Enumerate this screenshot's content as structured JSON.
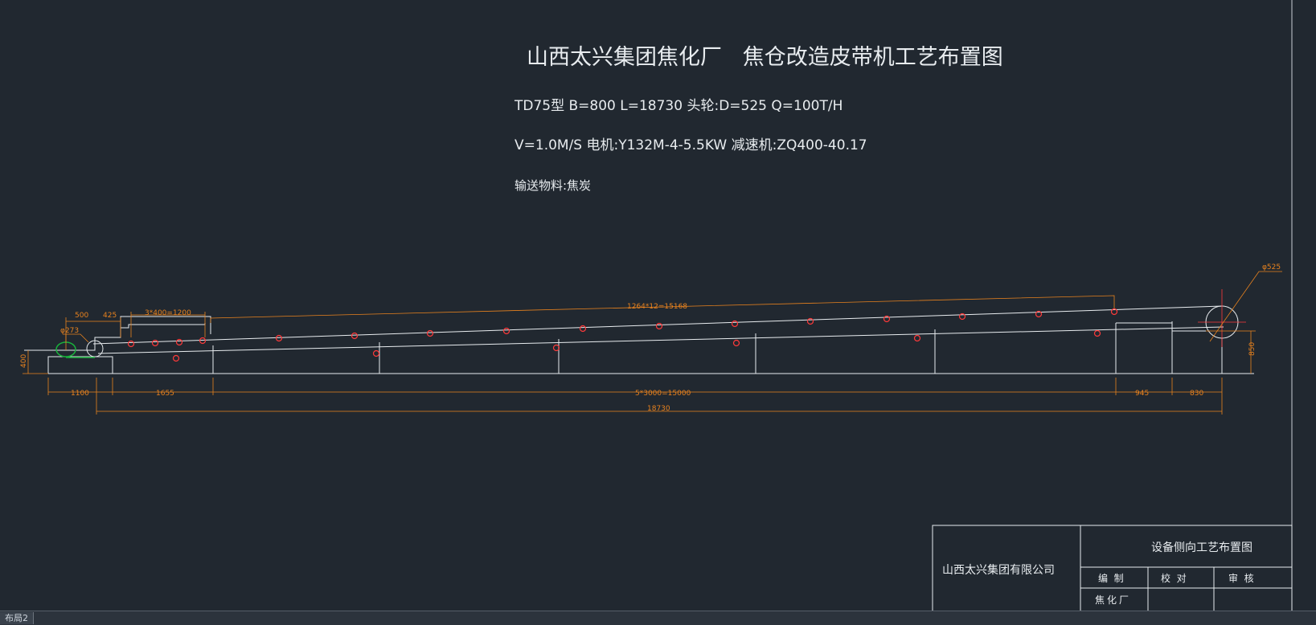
{
  "title": {
    "main": "山西太兴集团焦化厂   焦仓改造皮带机工艺布置图",
    "spec_line1": "TD75型 B=800 L=18730 头轮:D=525 Q=100T/H",
    "spec_line2": "V=1.0M/S 电机:Y132M-4-5.5KW 减速机:ZQ400-40.17",
    "spec_line3": "输送物料:焦炭"
  },
  "dimensions": {
    "d500": "500",
    "d425": "425",
    "roller_spacing_tail": "3*400=1200",
    "roller_spacing_main": "1264*12=15168",
    "tail_diameter": "φ273",
    "head_diameter": "φ525",
    "height_left": "400",
    "height_right": "850",
    "d1100": "1100",
    "d1655": "1655",
    "support_spacing": "5*3000=15000",
    "d945": "945",
    "d830": "830",
    "total_length": "18730"
  },
  "title_block": {
    "company": "山西太兴集团有限公司",
    "drawing_name": "设备侧向工艺布置图",
    "prepared": "编  制",
    "checked": "校  对",
    "approved": "审  核",
    "department": "焦化厂"
  },
  "status": {
    "layout_tab": "布局2"
  },
  "colors": {
    "background": "#212830",
    "line": "#e8ecef",
    "dimension": "#e8821e",
    "idler": "#ff3a3a",
    "tail_pulley": "#19b23c"
  }
}
